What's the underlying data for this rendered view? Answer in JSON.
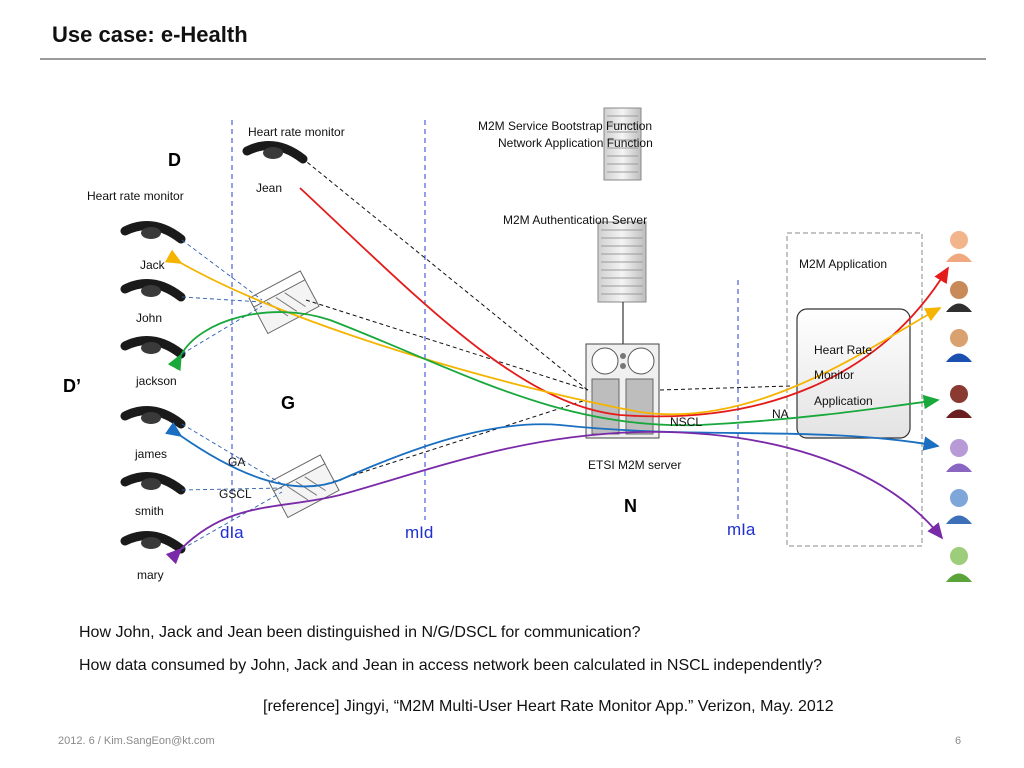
{
  "title": "Use case: e-Health",
  "domains": {
    "d": "D",
    "d_prime": "D’",
    "g": "G",
    "n": "N"
  },
  "devices": {
    "heart_rate_monitor_top": "Heart rate monitor",
    "heart_rate_monitor_left": "Heart rate monitor",
    "jean": "Jean",
    "jack": "Jack",
    "john": "John",
    "jackson": "jackson",
    "james": "james",
    "smith": "smith",
    "mary": "mary"
  },
  "gateway": {
    "ga": "GA",
    "gscl": "GSCL"
  },
  "interfaces": {
    "dia": "dIa",
    "mid": "mId",
    "mia": "mIa"
  },
  "servers": {
    "bootstrap_line1": "M2M Service Bootstrap Function",
    "bootstrap_line2": "Network Application Function",
    "auth": "M2M Authentication Server",
    "etsi": "ETSI M2M server",
    "nscl": "NSCL",
    "na": "NA"
  },
  "application": {
    "box_title": "M2M Application",
    "app_line1": "Heart Rate",
    "app_line2": "Monitor",
    "app_line3": "Application"
  },
  "questions": [
    "How John, Jack and Jean been distinguished in N/G/DSCL for communication?",
    "How data consumed by John, Jack and Jean in access network been calculated in NSCL independently?"
  ],
  "reference": "[reference] Jingyi, “M2M Multi-User Heart Rate Monitor App.” Verizon, May. 2012",
  "footer": "2012. 6 / Kim.SangEon@kt.com",
  "page_number": "6",
  "colors": {
    "red": "#e41b1b",
    "orange": "#f5b400",
    "green": "#18a83c",
    "blue": "#1a6fc0",
    "purple": "#7a2aa8",
    "interface_label": "#1f2fd0",
    "guide_line": "#2b3fd0"
  }
}
